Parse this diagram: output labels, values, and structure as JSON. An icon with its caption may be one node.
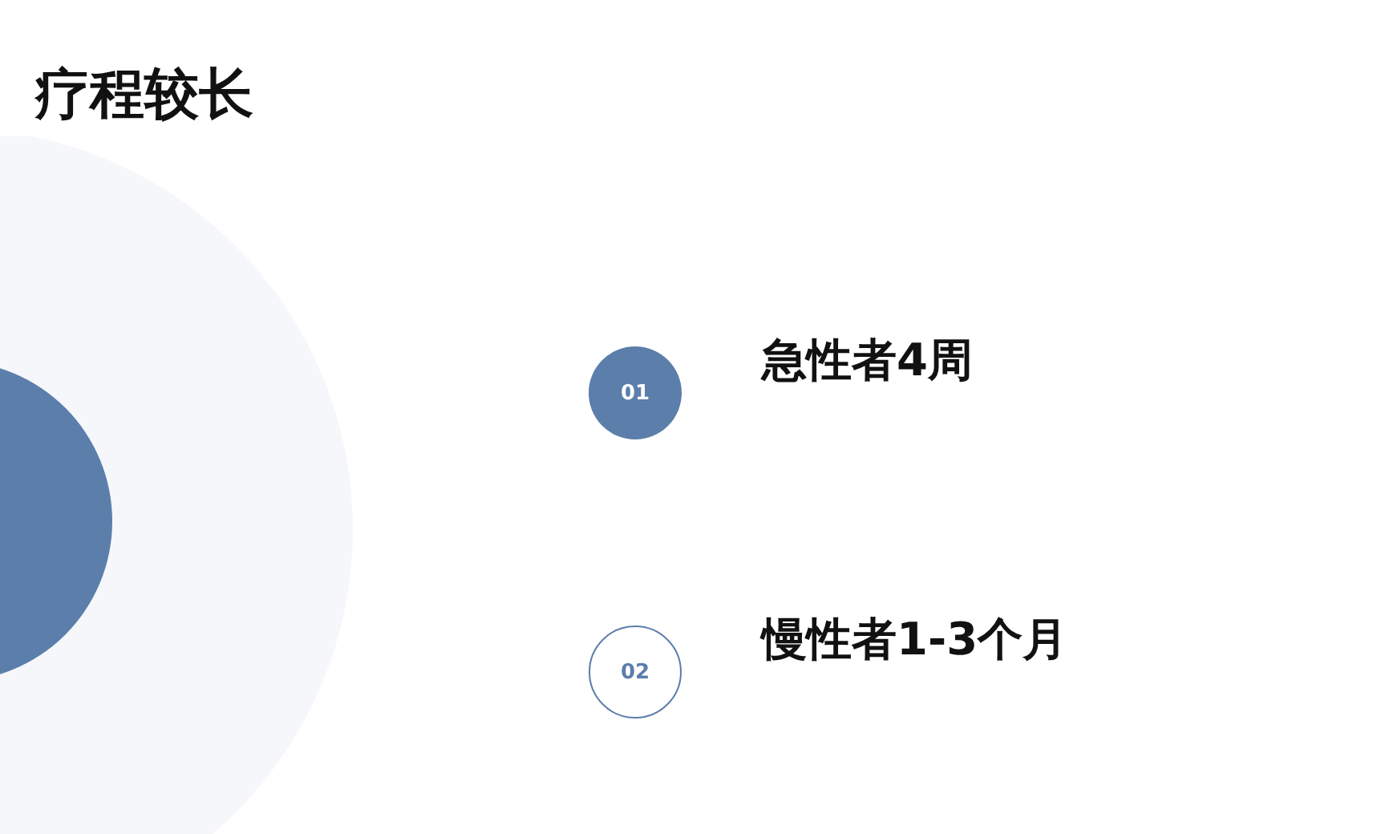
{
  "diagram": {
    "title": "疗程较长",
    "nodes": [
      {
        "text": [
          "01"
        ],
        "beside": [
          "急性者4周"
        ]
      },
      {
        "text": [
          "02"
        ],
        "beside": [
          "慢性者1-3个月"
        ]
      }
    ]
  }
}
